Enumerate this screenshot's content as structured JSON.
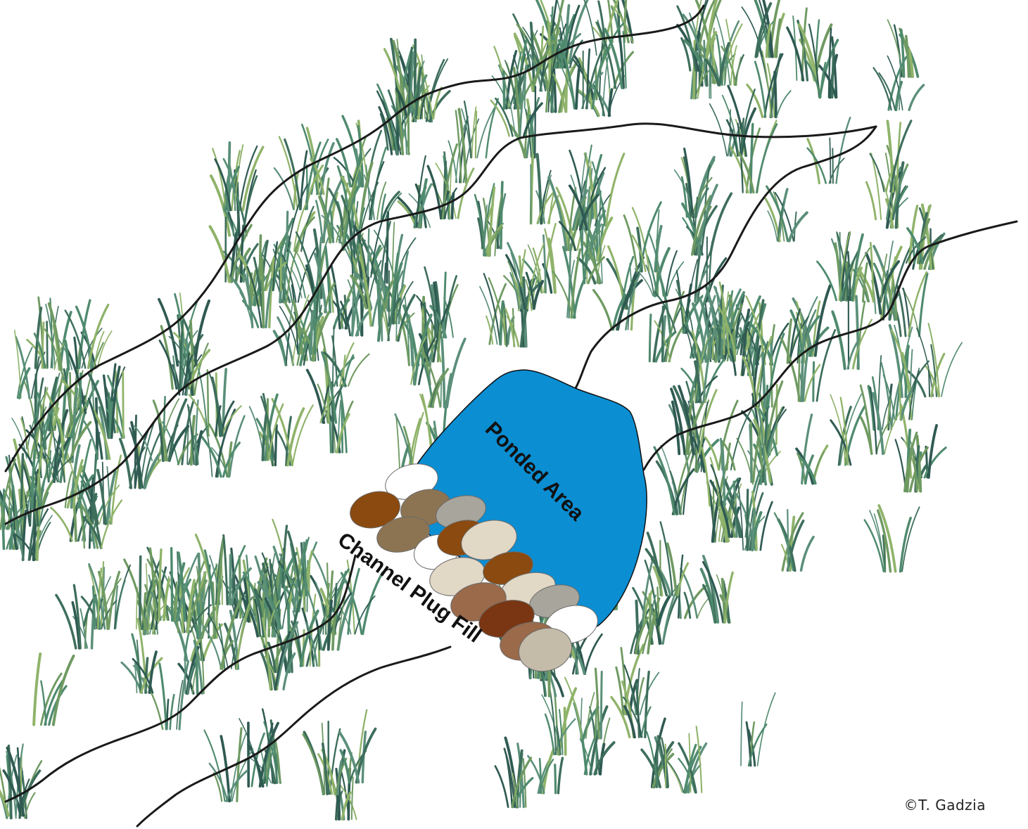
{
  "diagram": {
    "labels": {
      "ponded_area": "Ponded Area",
      "channel_plug_fill": "Channel Plug Fill"
    },
    "credit": "©T. Gadzia"
  },
  "colors": {
    "water": "#0b8ed2",
    "line": "#1a1a1a",
    "grass": [
      "#3e6e5c",
      "#4f8a6e",
      "#6f9a62",
      "#8fb36a",
      "#2f5a52",
      "#5b8f7a"
    ],
    "rocks": [
      "#ffffff",
      "#8b4a0f",
      "#8c7453",
      "#a8a69c",
      "#e2d8c6",
      "#9a6a4a",
      "#7a3612",
      "#c4bba9"
    ]
  },
  "icons": {
    "grass": "grass-tuft-icon",
    "rock": "rock-icon",
    "water": "pond-shape"
  }
}
